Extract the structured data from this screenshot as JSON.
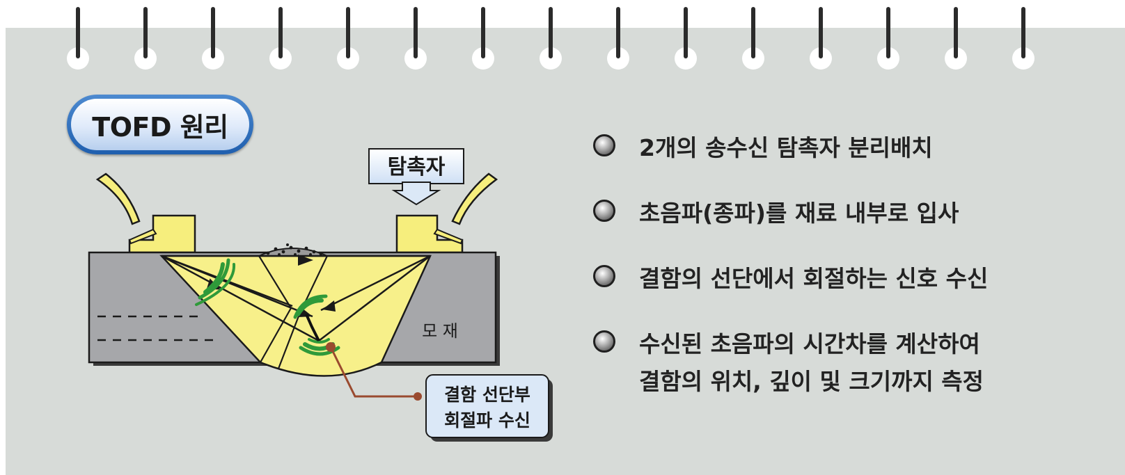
{
  "title": "TOFD 원리",
  "labels": {
    "probe": "탐촉자",
    "base_metal": "모 재",
    "defect_tip_line1": "결함 선단부",
    "defect_tip_line2": "회절파 수신"
  },
  "bullets": [
    "2개의 송수신 탐촉자 분리배치",
    "초음파(종파)를 재료 내부로 입사",
    "결함의 선단에서 회절하는 신호 수신",
    "수신된 초음파의 시간차를 계산하여\n결함의 위치, 깊이 및 크기까지 측정"
  ],
  "colors": {
    "panel": "#d7dbd8",
    "base_metal": "#a6a7aa",
    "weld": "#f7f08a",
    "probe": "#f6ee7d",
    "wave": "#2f9a3a",
    "leader_line": "#9a4a2f",
    "callout_bg": "#dbe8f7"
  },
  "icons": {
    "bullet": "gray-sphere-bullet-icon"
  }
}
